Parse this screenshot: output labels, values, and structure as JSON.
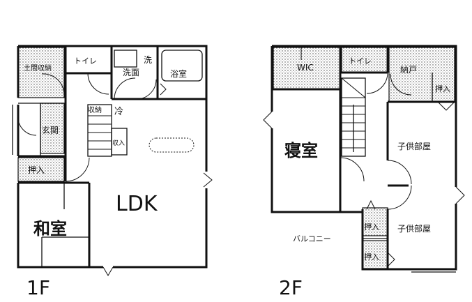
{
  "floor1": {
    "name": "1F",
    "rooms": {
      "storage": "土間収納",
      "toilet": "トイレ",
      "washroom": "洗面",
      "wash_mark": "洗",
      "bath": "浴室",
      "stairs_storage": "収納",
      "fridge": "冷",
      "entrance": "玄関",
      "stair_closet": "収入",
      "closet": "押入",
      "ldk": "LDK",
      "tatami": "和室"
    }
  },
  "floor2": {
    "name": "2F",
    "rooms": {
      "wic": "WIC",
      "toilet": "トイレ",
      "cabinet": "納戸",
      "closet_top": "押入",
      "bedroom": "寝室",
      "kids_room_1": "子供部屋",
      "kids_room_2": "子供部屋",
      "closet_mid": "押入",
      "closet_low": "押入",
      "balcony": "バルコニー"
    }
  }
}
